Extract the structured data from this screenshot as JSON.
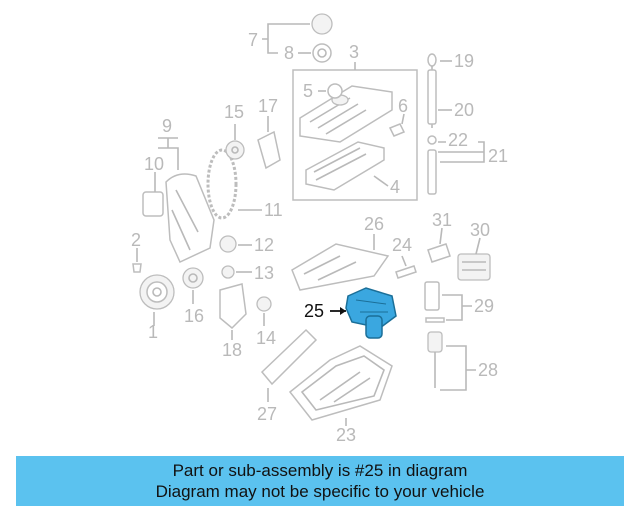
{
  "callouts": [
    "1",
    "2",
    "3",
    "4",
    "5",
    "6",
    "7",
    "8",
    "9",
    "10",
    "11",
    "12",
    "13",
    "14",
    "15",
    "16",
    "17",
    "18",
    "19",
    "20",
    "21",
    "22",
    "23",
    "24",
    "25",
    "26",
    "27",
    "28",
    "29",
    "30",
    "31"
  ],
  "highlighted_part": "25",
  "colors": {
    "highlight": "#3aa7e0",
    "banner": "#5bc2ef",
    "line_art": "#bdbdbd"
  },
  "banner": {
    "line1": "Part or sub-assembly is #25 in diagram",
    "line2": "Diagram may not be specific to your vehicle"
  }
}
